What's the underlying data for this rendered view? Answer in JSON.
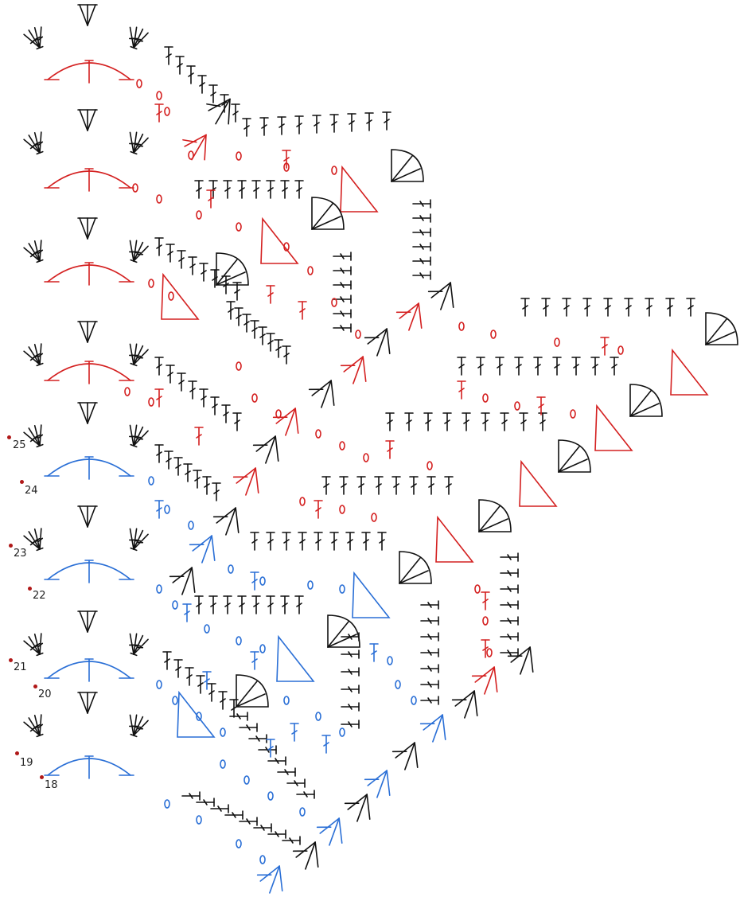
{
  "diagram": {
    "kind": "crochet-chart",
    "colors": {
      "black": "#111111",
      "red": "#d42020",
      "blue": "#2a6fd6",
      "row_marker": "#b01818"
    },
    "row_labels": [
      "25",
      "24",
      "23",
      "22",
      "21",
      "20",
      "19",
      "18"
    ],
    "symbols": [
      "chain",
      "double-crochet",
      "treble-cluster",
      "shell-fan",
      "picot-fan",
      "chain-arch"
    ]
  }
}
